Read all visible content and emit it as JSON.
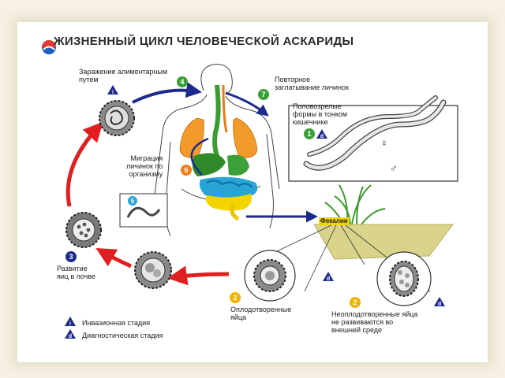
{
  "title": "ЖИЗНЕННЫЙ ЦИКЛ ЧЕЛОВЕЧЕСКОЙ АСКАРИДЫ",
  "stages": {
    "s1": {
      "label": "Половозрелые\nформы в тонком\nкишечнике",
      "num": "1",
      "mark": "d"
    },
    "s2a": {
      "label": "Оплодотворенные\nяйца",
      "num": "2",
      "mark": "d"
    },
    "s2b": {
      "label": "Неоплодотворенные яйца\nне развиваются во\nвнешней среде",
      "num": "2",
      "mark": "d"
    },
    "s3": {
      "label": "Развитие\nяиц в почве",
      "num": "3"
    },
    "s4": {
      "label": "Заражение алиментарным\nпутем",
      "num": "4"
    },
    "s5": {
      "num": "5"
    },
    "s6": {
      "label": "Миграция\nличинок по\nорганизму",
      "num": "6"
    },
    "s7": {
      "label": "Повторное\nзаглатывание личинок",
      "num": "7"
    }
  },
  "feces_label": "Фекалии",
  "egg_mark": "i",
  "female_symbol": "♀",
  "male_symbol": "♂",
  "legend": {
    "invasive": {
      "mark": "i",
      "label": "Инвазионная стадия"
    },
    "diagnostic": {
      "mark": "d",
      "label": "Диагностическая стадия"
    }
  },
  "colors": {
    "red_arrow": "#e02020",
    "blue_arrow": "#1c2a8c",
    "green_num": "#3aa037",
    "yellow_num": "#f0b400",
    "orange_num": "#f07d1a"
  }
}
